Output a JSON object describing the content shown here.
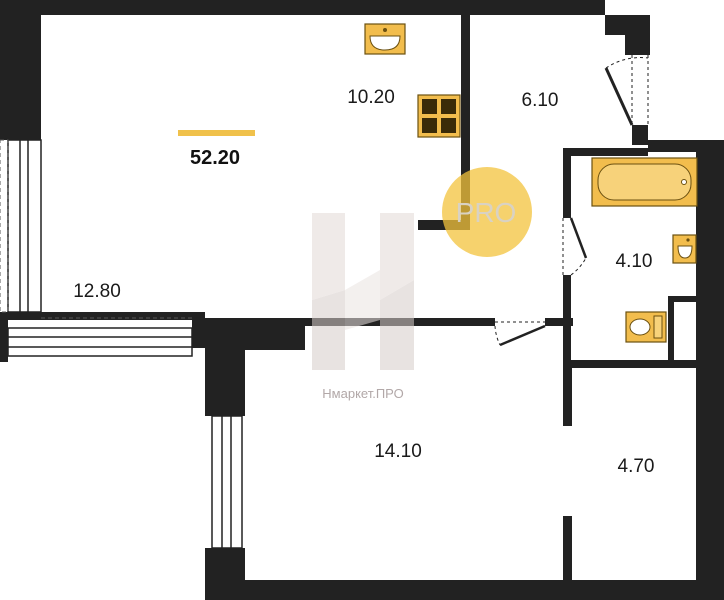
{
  "plan": {
    "total_area": "52.20",
    "rooms": [
      {
        "id": "kitchen",
        "area": "10.20"
      },
      {
        "id": "hall",
        "area": "6.10"
      },
      {
        "id": "bathroom",
        "area": "4.10"
      },
      {
        "id": "loggia",
        "area": "12.80"
      },
      {
        "id": "bedroom",
        "area": "14.10"
      },
      {
        "id": "storage",
        "area": "4.70"
      }
    ]
  },
  "watermark": {
    "brand": "Нмаркет.ПРО",
    "badge": "PRO"
  },
  "colors": {
    "wall": "#222222",
    "fixture_fill": "#f2bd4d",
    "fixture_stroke": "#6b5010",
    "accent_bar": "#f0c14b",
    "pro_badge": "#f3c33c"
  }
}
